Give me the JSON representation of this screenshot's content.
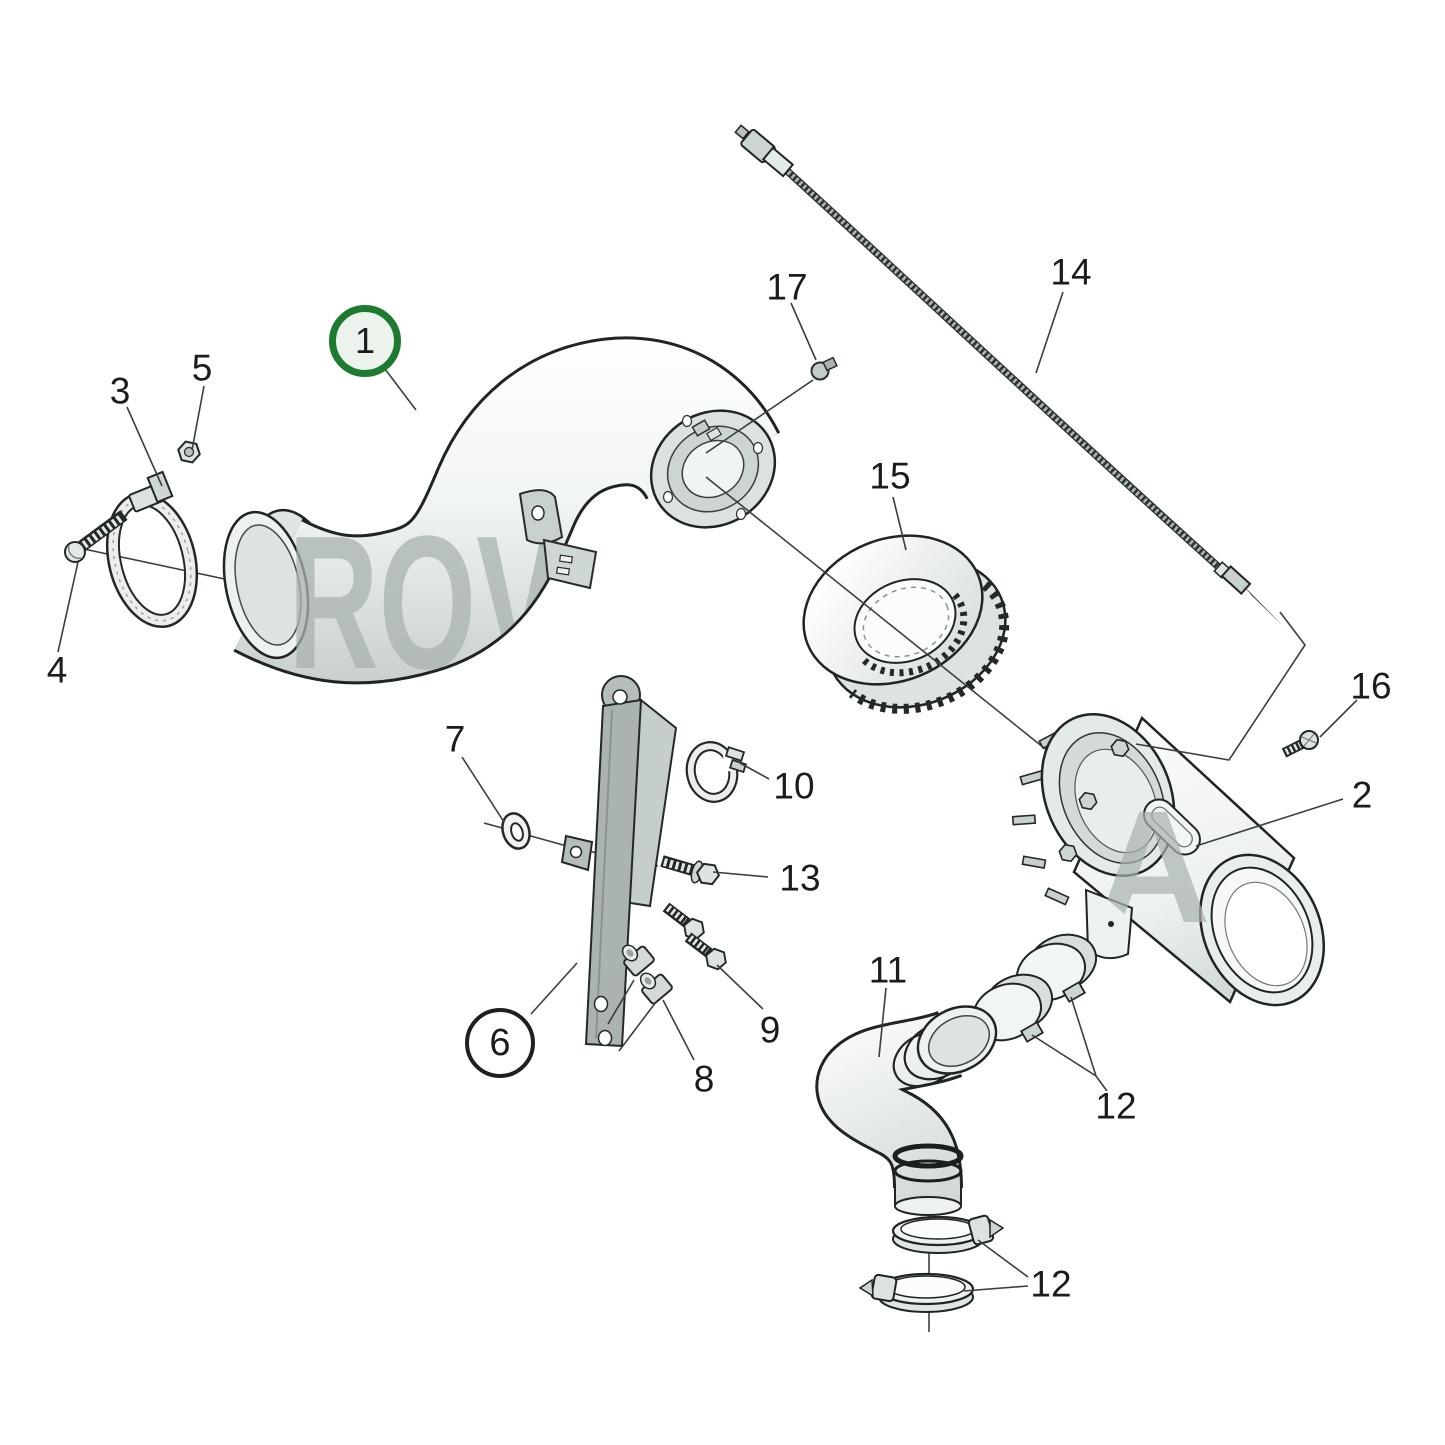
{
  "diagram": {
    "type": "exploded-parts-diagram",
    "background_color": "#ffffff",
    "outline_color": "#202424",
    "leader_color": "#3a3f3f",
    "highlight_color": "#1e7a31",
    "watermark": {
      "pipe_letters": "ROV",
      "housing_letter": "A",
      "color": "#aab2b2"
    },
    "callouts": [
      {
        "id": "1",
        "label": "1",
        "style": "circled-green"
      },
      {
        "id": "2",
        "label": "2",
        "style": "plain"
      },
      {
        "id": "3",
        "label": "3",
        "style": "plain"
      },
      {
        "id": "4",
        "label": "4",
        "style": "plain"
      },
      {
        "id": "5",
        "label": "5",
        "style": "plain"
      },
      {
        "id": "6",
        "label": "6",
        "style": "circled-black"
      },
      {
        "id": "7",
        "label": "7",
        "style": "plain"
      },
      {
        "id": "8",
        "label": "8",
        "style": "plain"
      },
      {
        "id": "9",
        "label": "9",
        "style": "plain"
      },
      {
        "id": "10",
        "label": "10",
        "style": "plain"
      },
      {
        "id": "11",
        "label": "11",
        "style": "plain"
      },
      {
        "id": "12-upper",
        "label": "12",
        "style": "plain"
      },
      {
        "id": "12-lower",
        "label": "12",
        "style": "plain"
      },
      {
        "id": "13",
        "label": "13",
        "style": "plain"
      },
      {
        "id": "14",
        "label": "14",
        "style": "plain"
      },
      {
        "id": "15",
        "label": "15",
        "style": "plain"
      },
      {
        "id": "16",
        "label": "16",
        "style": "plain"
      },
      {
        "id": "17",
        "label": "17",
        "style": "plain"
      }
    ]
  }
}
